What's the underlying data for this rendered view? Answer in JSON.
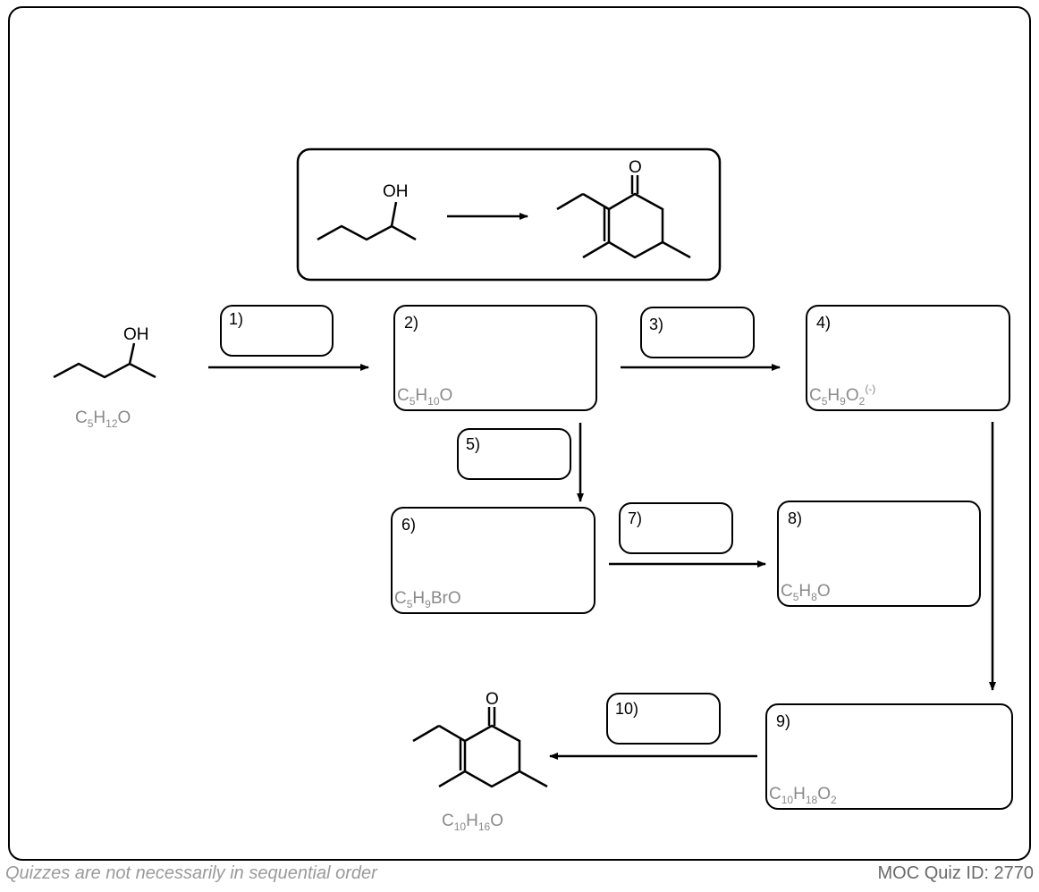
{
  "footer": {
    "note": "Quizzes are not necessarily in sequential order",
    "quiz_id": "MOC Quiz ID: 2770"
  },
  "molecules": {
    "oh_label": "OH",
    "o_label": "O"
  },
  "start_formula": {
    "main": "C",
    "s1": "5",
    "m2": "H",
    "s2": "12",
    "m3": "O"
  },
  "final_formula": {
    "main": "C",
    "s1": "10",
    "m2": "H",
    "s2": "16",
    "m3": "O"
  },
  "steps": [
    {
      "num": "1)"
    },
    {
      "num": "2)",
      "formula": {
        "a": "C",
        "b": "5",
        "c": "H",
        "d": "10",
        "e": "O"
      }
    },
    {
      "num": "3)"
    },
    {
      "num": "4)",
      "formula": {
        "a": "C",
        "b": "5",
        "c": "H",
        "d": "9",
        "e": "O",
        "f": "2",
        "g": "(-)"
      }
    },
    {
      "num": "5)"
    },
    {
      "num": "6)",
      "formula": {
        "a": "C",
        "b": "5",
        "c": "H",
        "d": "9",
        "e": "BrO"
      }
    },
    {
      "num": "7)"
    },
    {
      "num": "8)",
      "formula": {
        "a": "C",
        "b": "5",
        "c": "H",
        "d": "8",
        "e": "O"
      }
    },
    {
      "num": "9)",
      "formula": {
        "a": "C",
        "b": "10",
        "c": "H",
        "d": "18",
        "e": "O",
        "f": "2"
      }
    },
    {
      "num": "10)"
    }
  ]
}
